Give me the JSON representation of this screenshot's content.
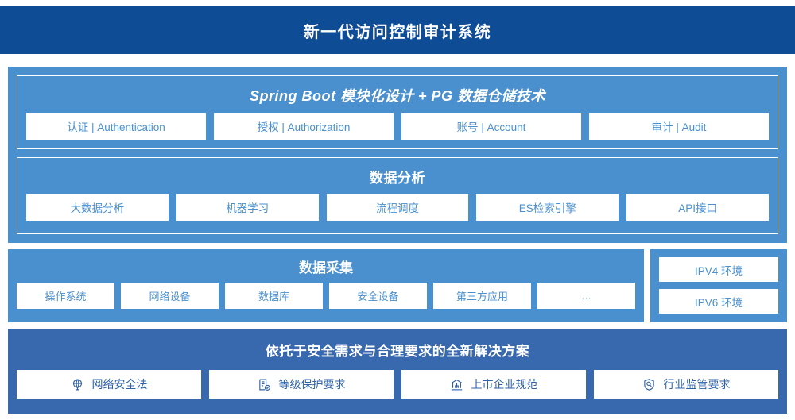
{
  "header": {
    "title": "新一代访问控制审计系统"
  },
  "colors": {
    "header_navy": "#0f4c96",
    "section_blue": "#4a90cf",
    "bottom_blue": "#3868ae",
    "chip_bg": "#ffffff",
    "chip_text": "#4a90cf",
    "bottom_chip_text": "#2f62ab"
  },
  "application_layer": {
    "spring_panel": {
      "title": "Spring Boot 模块化设计 + PG 数据仓储技术",
      "items": [
        {
          "label": "认证 | Authentication"
        },
        {
          "label": "授权 | Authorization"
        },
        {
          "label": "账号 | Account"
        },
        {
          "label": "审计 | Audit"
        }
      ]
    },
    "analysis_panel": {
      "title": "数据分析",
      "items": [
        {
          "label": "大数据分析"
        },
        {
          "label": "机器学习"
        },
        {
          "label": "流程调度"
        },
        {
          "label": "ES检索引擎"
        },
        {
          "label": "API接口"
        }
      ]
    }
  },
  "collection_layer": {
    "title": "数据采集",
    "items": [
      {
        "label": "操作系统"
      },
      {
        "label": "网络设备"
      },
      {
        "label": "数据库"
      },
      {
        "label": "安全设备"
      },
      {
        "label": "第三方应用"
      },
      {
        "label": "…"
      }
    ]
  },
  "environment_panel": {
    "items": [
      {
        "label": "IPV4 环境"
      },
      {
        "label": "IPV6 环境"
      }
    ]
  },
  "compliance_layer": {
    "title": "依托于安全需求与合理要求的全新解决方案",
    "items": [
      {
        "label": "网络安全法",
        "icon": "globe-network-icon"
      },
      {
        "label": "等级保护要求",
        "icon": "document-check-icon"
      },
      {
        "label": "上市企业规范",
        "icon": "bank-building-icon"
      },
      {
        "label": "行业监管要求",
        "icon": "shield-search-icon"
      }
    ]
  }
}
